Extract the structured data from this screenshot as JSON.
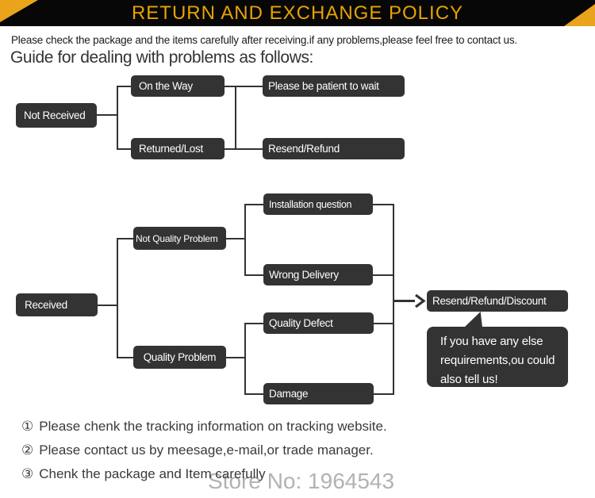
{
  "header": {
    "title": "RETURN AND EXCHANGE POLICY",
    "bar_color": "#070707",
    "accent_color": "#E9A41B",
    "title_color": "#E7A300"
  },
  "intro": {
    "note": "Please check the package and the items carefully after receiving.if any problems,please feel free to contact us.",
    "heading": "Guide for dealing with problems as follows:"
  },
  "flowchart": {
    "node_bg": "#333333",
    "node_text_color": "#ffffff",
    "line_color": "#333333",
    "nodes": {
      "not_received": "Not Received",
      "on_the_way": "On the Way",
      "returned_lost": "Returned/Lost",
      "patient_wait": "Please be patient to wait",
      "resend_refund": "Resend/Refund",
      "received": "Received",
      "not_quality_problem": "Not Quality Problem",
      "quality_problem": "Quality Problem",
      "installation_question": "Installation question",
      "wrong_delivery": "Wrong Delivery",
      "quality_defect": "Quality Defect",
      "damage": "Damage",
      "resend_refund_discount": "Resend/Refund/Discount"
    },
    "bubble_note": "If you have any else\nrequirements,ou could\nalso tell us!"
  },
  "notes": {
    "items": [
      {
        "bullet": "①",
        "text": "Please chenk the tracking information on tracking website."
      },
      {
        "bullet": "②",
        "text": "Please contact us by meesage,e-mail,or trade manager."
      },
      {
        "bullet": "③",
        "text": "Chenk the package and Item carefully"
      }
    ]
  },
  "watermark": "Store No: 1964543"
}
